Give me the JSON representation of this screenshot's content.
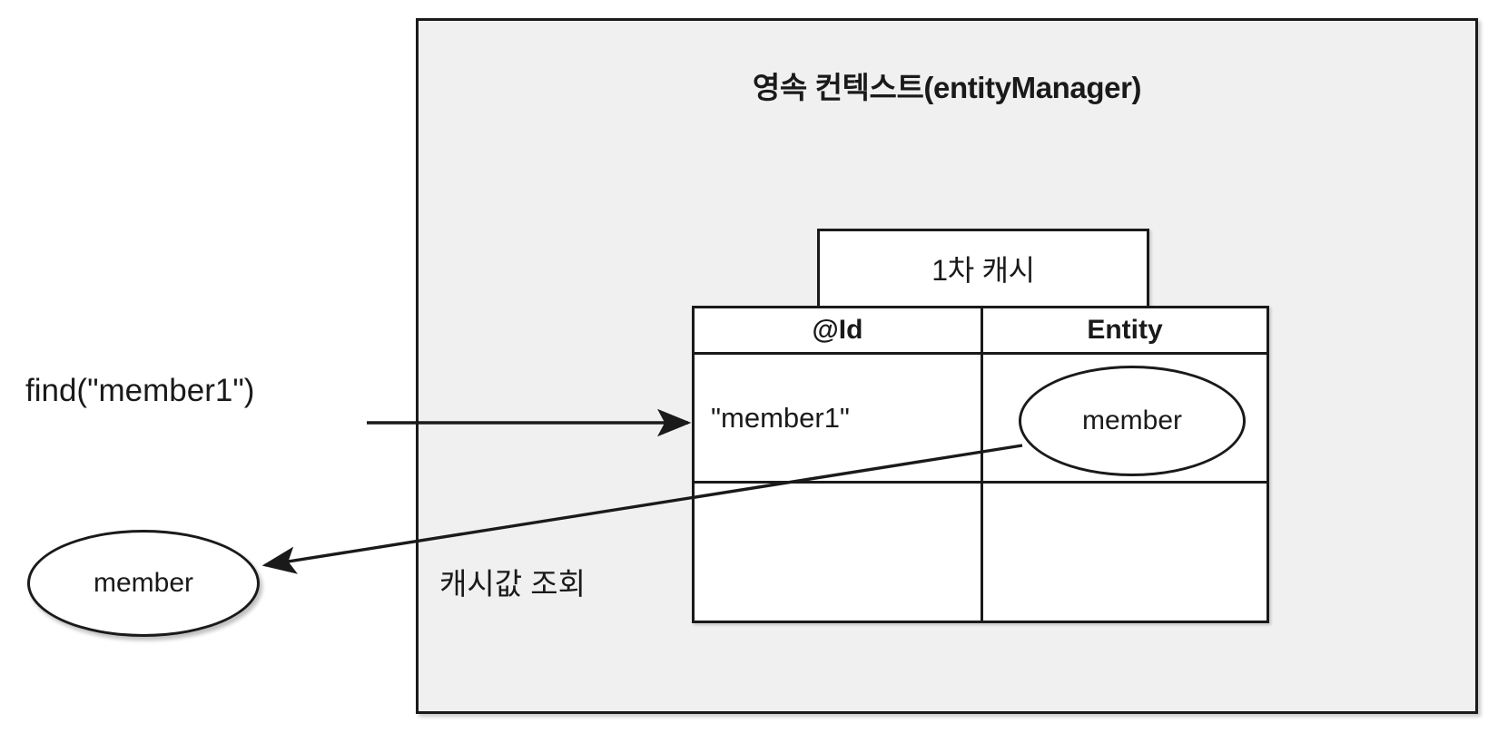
{
  "diagram": {
    "title": "영속 컨텍스트(entityManager)",
    "background_color": "#ffffff",
    "context_fill": "#f0f0f0",
    "stroke_color": "#1a1a1a"
  },
  "cache_box": {
    "caption": "1차 캐시"
  },
  "cache_table": {
    "columns": [
      "@Id",
      "Entity"
    ],
    "rows": [
      {
        "id": "\"member1\"",
        "entity": "member"
      },
      {
        "id": "",
        "entity": ""
      }
    ]
  },
  "entities": {
    "cached_entity_label": "member",
    "returned_entity_label": "member"
  },
  "labels": {
    "find_call": "find(\"member1\")",
    "cache_lookup": "캐시값 조회"
  },
  "arrows": [
    {
      "name": "find-request-arrow",
      "from": "find(\"member1\")",
      "to": "@Id cell \"member1\"",
      "direction": "right"
    },
    {
      "name": "cache-return-arrow",
      "from": "cached member entity",
      "to": "returned member entity",
      "direction": "left-down",
      "label": "캐시값 조회"
    }
  ]
}
